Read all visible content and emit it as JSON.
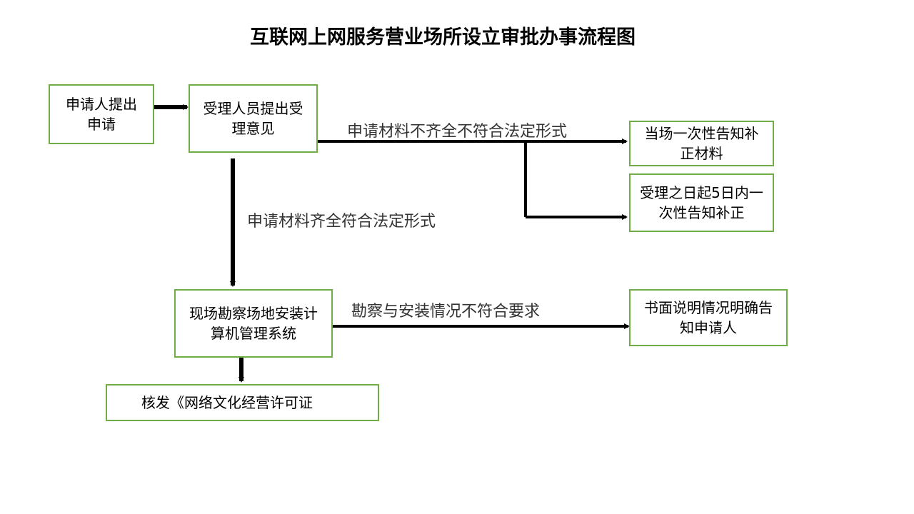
{
  "title": "互联网上网服务营业场所设立审批办事流程图",
  "nodes": {
    "apply": "申请人提出申请",
    "receive": "受理人员提出受理意见",
    "immediate_notice": "当场一次性告知补正材料",
    "five_day_notice": "受理之日起5日内一次性告知补正",
    "inspect": "现场勘察场地安装计算机管理系统",
    "written_notice": "书面说明情况明确告知申请人",
    "issue_license": "核发《网络文化经营许可证"
  },
  "edges": {
    "incomplete": "申请材料不齐全不符合法定形式",
    "complete": "申请材料齐全符合法定形式",
    "inspection_fail": "勘察与安装情况不符合要求"
  },
  "colors": {
    "box_border": "#70ad47",
    "arrow": "#000000"
  }
}
